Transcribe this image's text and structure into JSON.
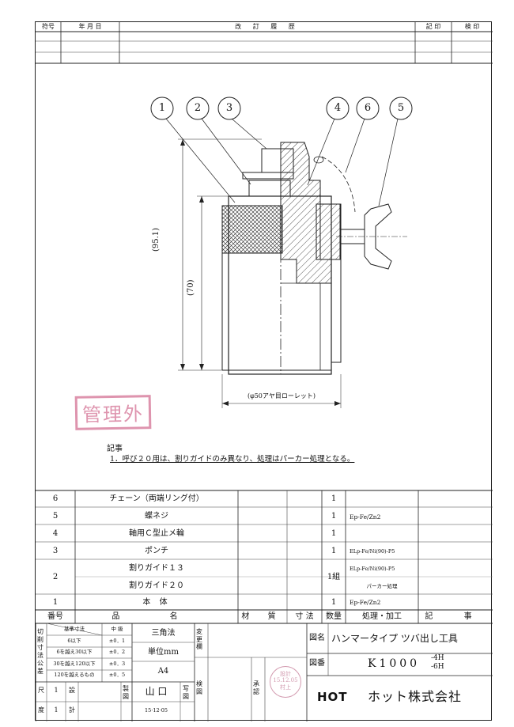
{
  "revision": {
    "headers": [
      "符号",
      "年 月 日",
      "改 訂 履 歴",
      "記 印",
      "検 印"
    ]
  },
  "callouts": [
    "1",
    "2",
    "3",
    "4",
    "6",
    "5"
  ],
  "dims": {
    "overall": "(95.1)",
    "body": "(70)",
    "diameter": "(φ50アヤ目ローレット)"
  },
  "stamp_text": "管理外",
  "note": {
    "title": "記事",
    "text": "1．呼び２０用は、割りガイドのみ異なり、処理はパーカー処理となる。"
  },
  "parts": [
    {
      "no": "6",
      "name": "チェーン（両端リング付）",
      "qty": "1",
      "treatment": ""
    },
    {
      "no": "5",
      "name": "蝶ネジ",
      "qty": "1",
      "treatment": "Ep-Fe/Zn2"
    },
    {
      "no": "4",
      "name": "軸用Ｃ型止メ輪",
      "qty": "1",
      "treatment": ""
    },
    {
      "no": "3",
      "name": "ポンチ",
      "qty": "1",
      "treatment": "ELp-Fe/Ni(90)-P5"
    },
    {
      "no": "2",
      "name": "割りガイド１３",
      "name2": "割りガイド２０",
      "qty": "1組",
      "treatment": "ELp-Fe/Ni(90)-P5",
      "treatment2": "パーカー処理"
    },
    {
      "no": "1",
      "name": "本 体",
      "qty": "1",
      "treatment": "Ep-Fe/Zn2"
    }
  ],
  "parts_header": {
    "no": "番号",
    "name": "品 名",
    "material": "材 質",
    "dims": "寸 法",
    "qty": "数量",
    "treatment": "処理・加工",
    "remarks": "記 事"
  },
  "tolerance": {
    "labels": [
      "切削寸法公差"
    ],
    "header": [
      "基準寸法",
      "中 級"
    ],
    "rows": [
      [
        "6以下",
        "±0．1"
      ],
      [
        "6を越え30以下",
        "±0．2"
      ],
      [
        "30を越え120以下",
        "±0．3"
      ],
      [
        "120を越えるもの",
        "±0．5"
      ]
    ]
  },
  "projection": "三角法",
  "unit": "単位mm",
  "paper_size": "A4",
  "change_label": "変更欄",
  "check_label": "検図",
  "approve_label": "承認",
  "scale": {
    "label": "尺",
    "value": "1",
    "label2": "設"
  },
  "degree": {
    "label": "度",
    "value": "1",
    "label2": "計"
  },
  "maker": {
    "label": "製図",
    "name": "山 口",
    "date": "15·12·05",
    "label2": "写図"
  },
  "title_label": "図名",
  "title": "ハンマータイプ ツバ出し工具",
  "drawing_no_label": "図番",
  "drawing_no": "K1000",
  "drawing_no_suffix1": "-4H",
  "drawing_no_suffix2": "-6H",
  "company_logo": "HOT",
  "company": "ホット株式会社",
  "approval_stamp": {
    "line1": "設計",
    "line2": "15.12.05",
    "line3": "村上"
  }
}
